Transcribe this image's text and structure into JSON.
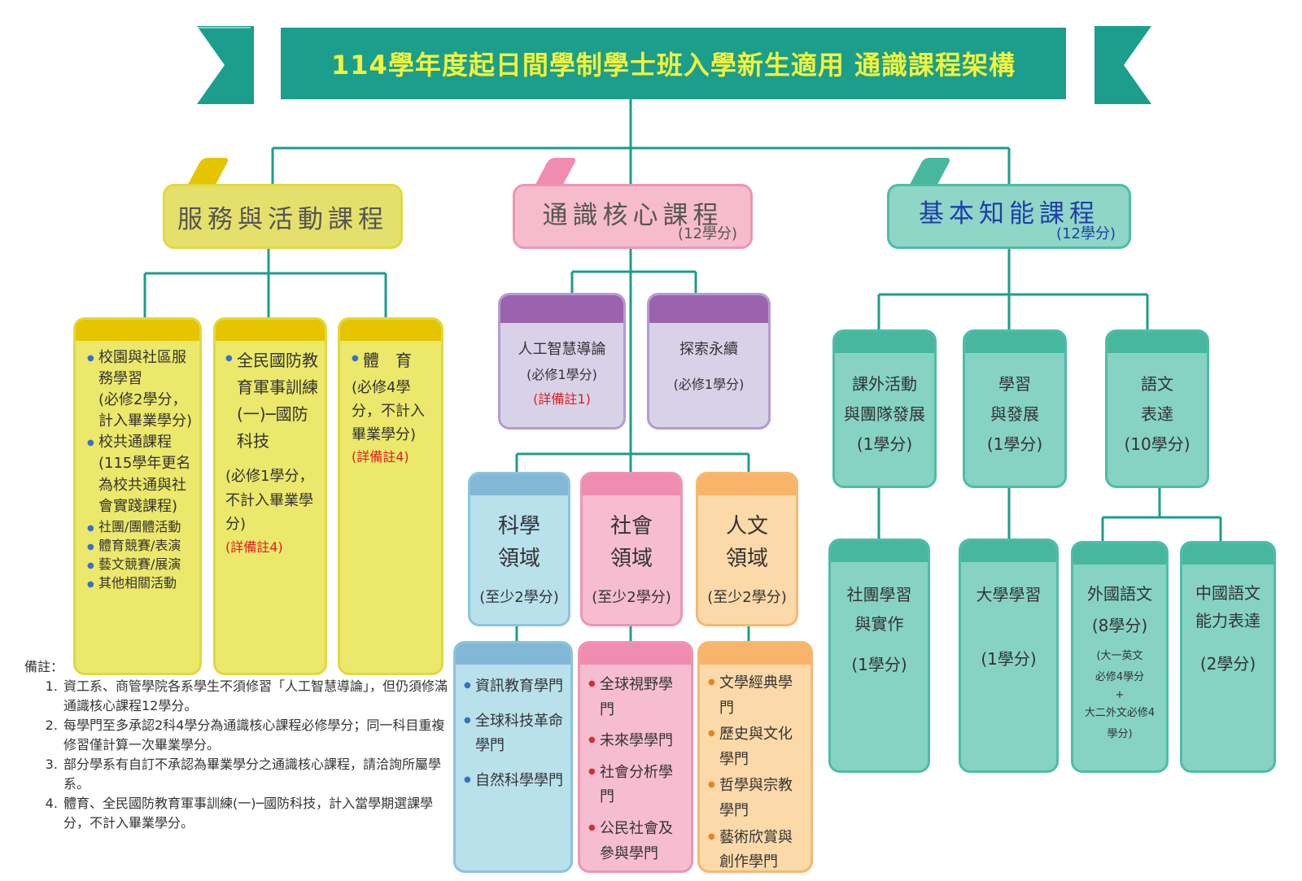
{
  "title": "114學年度起日間學制學士班入學新生適用 通識課程架構",
  "categories": {
    "service": {
      "title": "服務與活動課程"
    },
    "core": {
      "title": "通識核心課程",
      "credits": "(12學分)"
    },
    "basic": {
      "title": "基本知能課程",
      "credits": "(12學分)"
    }
  },
  "service": {
    "campus": {
      "items": [
        "校園與社區服務學習",
        "校共通課程"
      ],
      "item1_note": "(必修2學分，計入畢業學分)",
      "item2_note": "(115學年更名為校共通與社會實踐課程)",
      "extra": [
        "社團/團體活動",
        "體育競賽/表演",
        "藝文競賽/展演",
        "其他相關活動"
      ]
    },
    "defense": {
      "item": "全民國防教育軍事訓練(一)─國防科技",
      "note": "(必修1學分，不計入畢業學分)",
      "ref": "(詳備註4)"
    },
    "pe": {
      "item": "體　育",
      "note": "(必修4學分，不計入畢業學分)",
      "ref": "(詳備註4)"
    }
  },
  "core": {
    "ai": {
      "name": "人工智慧導論",
      "credit": "(必修1學分)",
      "ref": "(詳備註1)"
    },
    "sustain": {
      "name": "探索永續",
      "credit": "(必修1學分)"
    },
    "domains": [
      {
        "name1": "科學",
        "name2": "領域",
        "credit": "(至少2學分)"
      },
      {
        "name1": "社會",
        "name2": "領域",
        "credit": "(至少2學分)"
      },
      {
        "name1": "人文",
        "name2": "領域",
        "credit": "(至少2學分)"
      }
    ],
    "science_items": [
      "資訊教育學門",
      "全球科技革命學門",
      "自然科學學門"
    ],
    "society_items": [
      "全球視野學門",
      "未來學學門",
      "社會分析學門",
      "公民社會及參與學門"
    ],
    "humanities_items": [
      "文學經典學門",
      "歷史與文化學門",
      "哲學與宗教學門",
      "藝術欣賞與創作學門"
    ]
  },
  "basic": {
    "top": [
      {
        "l1": "課外活動",
        "l2": "與團隊發展",
        "credit": "(1學分)"
      },
      {
        "l1": "學習",
        "l2": "與發展",
        "credit": "(1學分)"
      },
      {
        "l1": "語文",
        "l2": "表達",
        "credit": "(10學分)"
      }
    ],
    "club": {
      "l1": "社團學習",
      "l2": "與實作",
      "credit": "(1學分)"
    },
    "univ": {
      "l1": "大學學習",
      "credit": "(1學分)"
    },
    "foreign": {
      "l1": "外國語文",
      "credit": "(8學分)",
      "n1": "(大一英文",
      "n2": "必修4學分",
      "n3": "+",
      "n4": "大二外文必修4",
      "n5": "學分)"
    },
    "chinese": {
      "l1": "中國語文",
      "l2": "能力表達",
      "credit": "(2學分)"
    }
  },
  "notes": {
    "heading": "備註：",
    "items": [
      "資工系、商管學院各系學生不須修習「人工智慧導論」，但仍須修滿通識核心課程12學分。",
      "每學門至多承認2科4學分為通識核心課程必修學分；同一科目重複修習僅計算一次畢業學分。",
      "部分學系有自訂不承認為畢業學分之通識核心課程，請洽詢所屬學系。",
      "體育、全民國防教育軍事訓練(一)─國防科技，計入當學期選課學分，不計入畢業學分。"
    ]
  },
  "colors": {
    "teal": "#1b9e8c",
    "title_text": "#f2f23c",
    "service": "#e5e06b",
    "core": "#f7bccc",
    "basic": "#8fd6c7",
    "basic_text": "#1f3fa8",
    "red_note": "#e01e1e"
  }
}
